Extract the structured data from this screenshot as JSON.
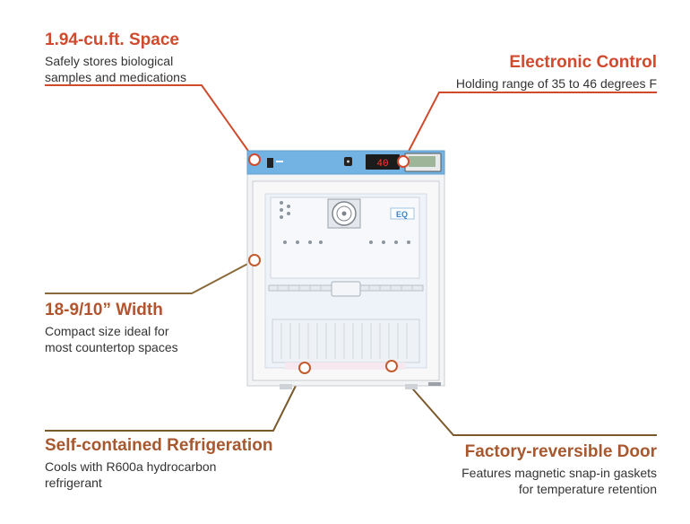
{
  "colors": {
    "red": "#d04a2d",
    "brown": "#a7582f",
    "olive": "#7a5a2c",
    "panel_blue": "#73b3e3",
    "cabinet": "#f3f4f6"
  },
  "callouts": {
    "space": {
      "title": "1.94-cu.ft. Space",
      "desc": [
        "Safely stores biological",
        "samples and medications"
      ]
    },
    "control": {
      "title": "Electronic Control",
      "desc": [
        "Holding range of 35 to 46 degrees F"
      ]
    },
    "width": {
      "title": "18-9/10” Width",
      "desc": [
        "Compact size ideal for",
        "most countertop spaces"
      ]
    },
    "refrigeration": {
      "title": "Self-contained Refrigeration",
      "desc": [
        "Cools with R600a hydrocarbon",
        "refrigerant"
      ]
    },
    "door": {
      "title": "Factory-reversible Door",
      "desc": [
        "Features magnetic snap-in gaskets",
        "for temperature retention"
      ]
    }
  },
  "fridge": {
    "display_reading": "40",
    "brand_badge": "EQ"
  }
}
